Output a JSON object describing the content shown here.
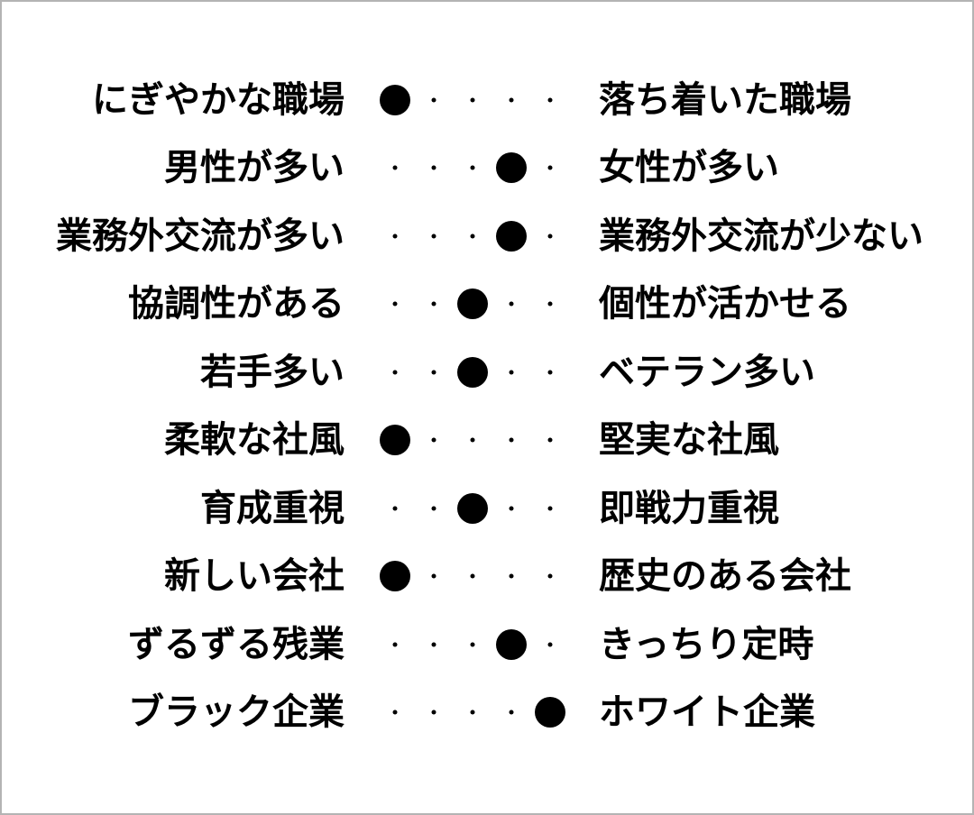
{
  "scale_points": 5,
  "items": [
    {
      "left": "にぎやかな職場",
      "right": "落ち着いた職場",
      "selected": 1
    },
    {
      "left": "男性が多い",
      "right": "女性が多い",
      "selected": 4
    },
    {
      "left": "業務外交流が多い",
      "right": "業務外交流が少ない",
      "selected": 4
    },
    {
      "left": "協調性がある",
      "right": "個性が活かせる",
      "selected": 3
    },
    {
      "left": "若手多い",
      "right": "ベテラン多い",
      "selected": 3
    },
    {
      "left": "柔軟な社風",
      "right": "堅実な社風",
      "selected": 1
    },
    {
      "left": "育成重視",
      "right": "即戦力重視",
      "selected": 3
    },
    {
      "left": "新しい会社",
      "right": "歴史のある会社",
      "selected": 1
    },
    {
      "left": "ずるずる残業",
      "right": "きっちり定時",
      "selected": 4
    },
    {
      "left": "ブラック企業",
      "right": "ホワイト企業",
      "selected": 5
    }
  ]
}
